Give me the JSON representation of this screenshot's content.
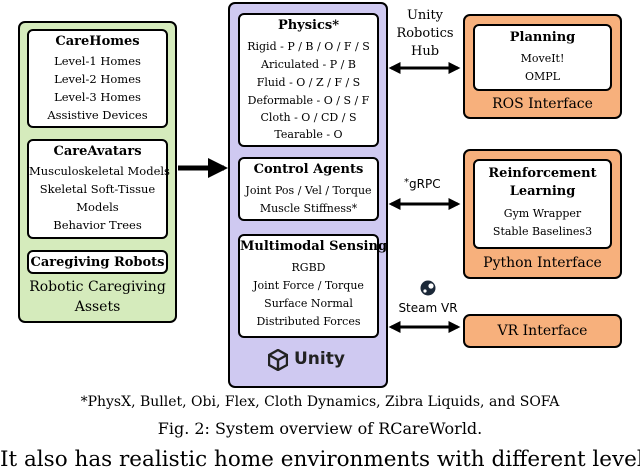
{
  "assets": {
    "carehomes": {
      "title": "CareHomes",
      "items": [
        "Level-1 Homes",
        "Level-2 Homes",
        "Level-3 Homes",
        "Assistive Devices"
      ]
    },
    "careavatars": {
      "title": "CareAvatars",
      "items": [
        "Musculoskeletal Models",
        "Skeletal Soft-Tissue",
        "Models",
        "Behavior Trees"
      ]
    },
    "robots": {
      "title": "Caregiving Robots"
    },
    "label_line1": "Robotic Caregiving",
    "label_line2": "Assets"
  },
  "unity": {
    "physics": {
      "title": "Physics*",
      "items": [
        "Rigid - P / B / O / F / S",
        "Ariculated - P / B",
        "Fluid - O / Z / F / S",
        "Deformable - O / S / F",
        "Cloth - O / CD / S",
        "Tearable - O"
      ]
    },
    "control": {
      "title": "Control Agents",
      "items": [
        "Joint Pos / Vel / Torque",
        "Muscle Stiffness*"
      ]
    },
    "sensing": {
      "title": "Multimodal Sensing",
      "items": [
        "RGBD",
        "Joint Force / Torque",
        "Surface Normal",
        "Distributed Forces"
      ]
    },
    "logo_text": "Unity"
  },
  "connectors": {
    "unity_hub": [
      "Unity",
      "Robotics",
      "Hub"
    ],
    "grpc": "gRPC",
    "steamvr": "Steam VR"
  },
  "interfaces": {
    "ros": {
      "title": "Planning",
      "items": [
        "MoveIt!",
        "OMPL"
      ],
      "label": "ROS Interface"
    },
    "python": {
      "title_line1": "Reinforcement",
      "title_line2": "Learning",
      "items": [
        "Gym Wrapper",
        "Stable Baselines3"
      ],
      "label": "Python Interface"
    },
    "vr": {
      "label": "VR Interface"
    }
  },
  "footnote": "*PhysX, Bullet, Obi, Flex, Cloth Dynamics, Zibra Liquids, and SOFA",
  "caption": "Fig. 2: System overview of RCareWorld.",
  "body_text": "It also has realistic home environments with different levels"
}
